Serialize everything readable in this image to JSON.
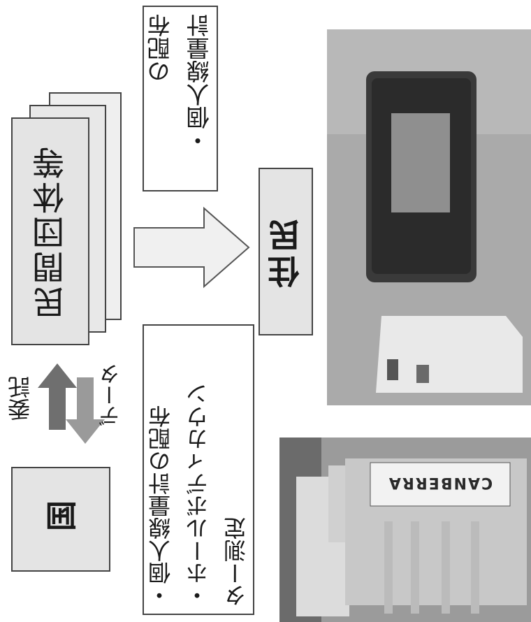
{
  "diagram": {
    "country_label": "国",
    "commission_label": "委託",
    "data_label": "データ",
    "org_label": "民間団体等",
    "residents_label": "住民",
    "left_note_lines": [
      "・個人線量計の配布",
      "・ホールボディカウン",
      "ター測定"
    ],
    "top_note_lines": [
      "・個人線量計",
      "の配布"
    ],
    "photo_brand": "CANBERRA"
  }
}
